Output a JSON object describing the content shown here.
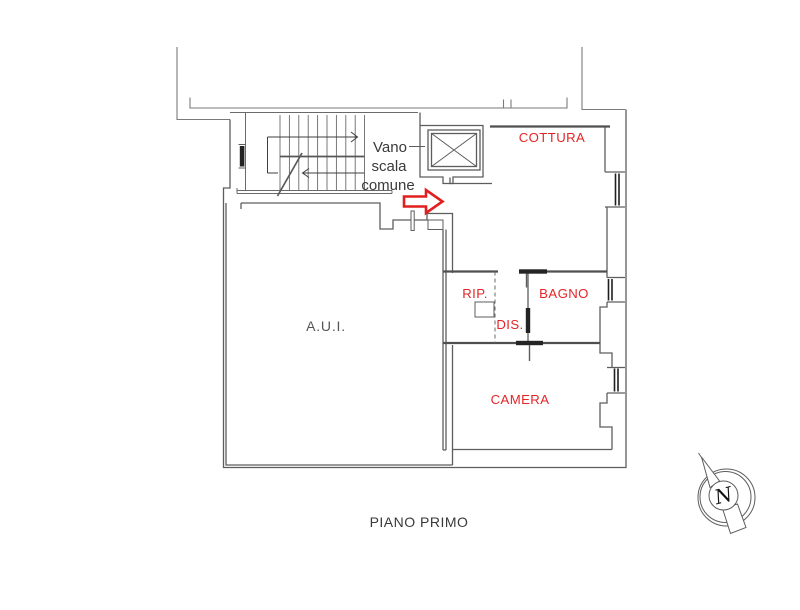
{
  "floor_plan": {
    "caption": "PIANO PRIMO",
    "rooms": {
      "cottura": "COTTURA",
      "rip": "RIP.",
      "dis": "DIS.",
      "bagno": "BAGNO",
      "camera": "CAMERA",
      "aui": "A.U.I."
    },
    "stairwell_label": {
      "line1": "Vano",
      "line2": "scala",
      "line3": "comune"
    },
    "compass": {
      "north_label": "N"
    },
    "colors": {
      "room_label_red": "#e42528",
      "entrance_arrow_red": "#e0201f",
      "wall_gray": "#5d5d5d",
      "annotation_dark": "#3a3a3a"
    }
  }
}
